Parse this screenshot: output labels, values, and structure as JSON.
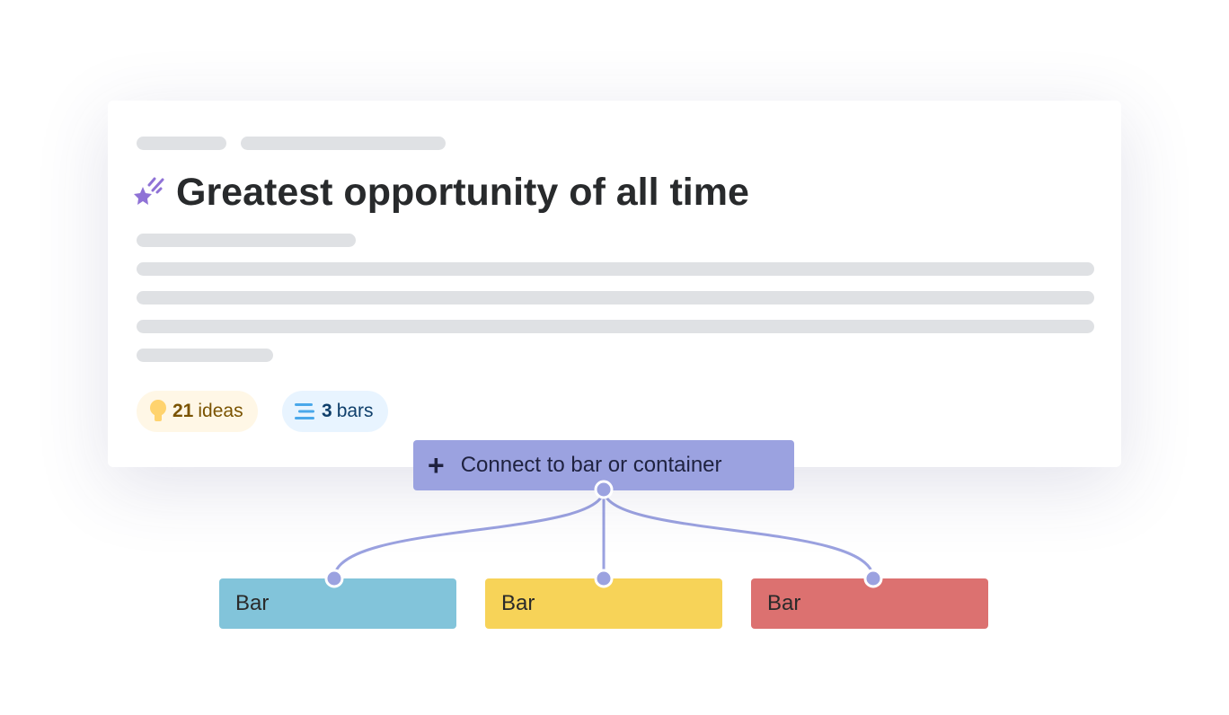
{
  "card": {
    "title": "Greatest opportunity of all time",
    "badges": [
      {
        "count": "21",
        "label": "ideas",
        "icon": "lightbulb-icon",
        "bg": "#fff7e6",
        "color": "#7a5300"
      },
      {
        "count": "3",
        "label": "bars",
        "icon": "bars-icon",
        "bg": "#e8f4ff",
        "color": "#0f3f6b"
      }
    ]
  },
  "connect": {
    "label": "Connect to bar or container",
    "icon": "plus-icon",
    "color": "#9ba2e0"
  },
  "bars": [
    {
      "label": "Bar",
      "color": "#82c4da"
    },
    {
      "label": "Bar",
      "color": "#f7d358"
    },
    {
      "label": "Bar",
      "color": "#dc7170"
    }
  ]
}
